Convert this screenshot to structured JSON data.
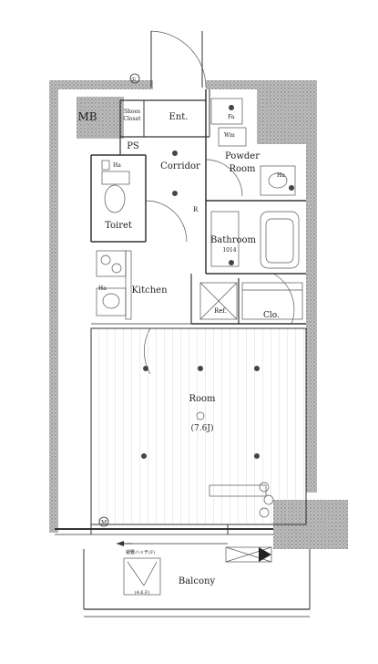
{
  "rooms": {
    "mb": "MB",
    "shoe_closet_line1": "Shoes",
    "shoe_closet_line2": "Closet",
    "entrance": "Ent.",
    "ps": "PS",
    "corridor": "Corridor",
    "powder_room_line1": "Powder",
    "powder_room_line2": "Room",
    "toilet": "Toiret",
    "bathroom": "Bathroom",
    "bathroom_size": "1014",
    "kitchen": "Kitchen",
    "refrigerator": "Ref.",
    "closet": "Clo.",
    "room": "Room",
    "room_size": "(7.6J)",
    "balcony": "Balcony"
  },
  "fixtures": {
    "fa_powder": "Fa",
    "wm": "Wm",
    "ha_toilet": "Ha",
    "ha_powder": "Ha",
    "ha_kitchen": "Ha",
    "r_mark": "R",
    "m_mark": "M",
    "entrance_marker": "①"
  },
  "balcony_notes": {
    "evacuation_hatch": "(4.6.F)",
    "partition": "避難ハッチ(F)"
  }
}
